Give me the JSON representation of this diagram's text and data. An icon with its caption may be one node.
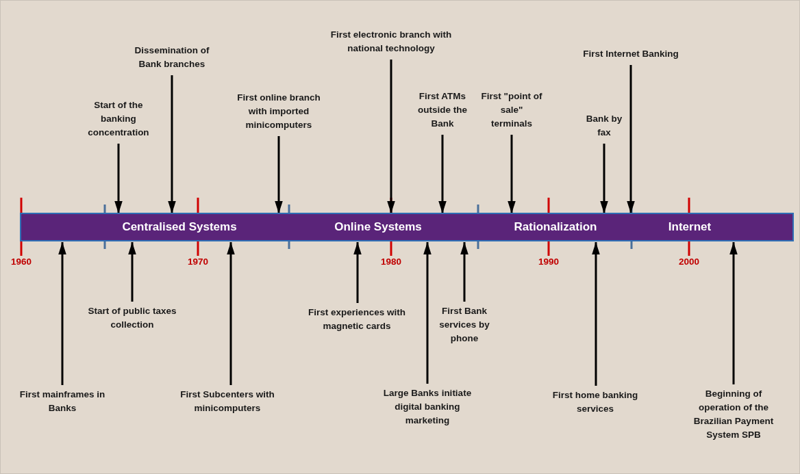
{
  "diagram": {
    "nodes": [
      {
        "text": [
          "Centralised Systems",
          "Online Systems",
          "Rationalization",
          "Internet"
        ]
      },
      {
        "text": [
          "Start of the banking concentration"
        ]
      },
      {
        "text": [
          "Dissemination of Bank branches"
        ]
      },
      {
        "text": [
          "First online branch with imported minicomputers"
        ]
      },
      {
        "text": [
          "First electronic branch with national technology"
        ]
      },
      {
        "text": [
          "First ATMs outside the Bank"
        ]
      },
      {
        "text": [
          "First \"point of sale\" terminals"
        ]
      },
      {
        "text": [
          "Bank by fax"
        ]
      },
      {
        "text": [
          "First Internet Banking"
        ]
      },
      {
        "text": [
          "First mainframes in Banks"
        ]
      },
      {
        "text": [
          "Start of public taxes collection"
        ]
      },
      {
        "text": [
          "First Subcenters with minicomputers"
        ]
      },
      {
        "text": [
          "First experiences with magnetic cards"
        ]
      },
      {
        "text": [
          "Large Banks initiate digital banking marketing"
        ]
      },
      {
        "text": [
          "First Bank services by phone"
        ]
      },
      {
        "text": [
          "First home banking services"
        ]
      },
      {
        "text": [
          "Beginning of operation of the Brazilian Payment System SPB"
        ]
      }
    ],
    "edges": [
      {
        "from": 1,
        "to": 0,
        "arrow": "to"
      },
      {
        "from": 2,
        "to": 0,
        "arrow": "to"
      },
      {
        "from": 3,
        "to": 0,
        "arrow": "to"
      },
      {
        "from": 4,
        "to": 0,
        "arrow": "to"
      },
      {
        "from": 5,
        "to": 0,
        "arrow": "to"
      },
      {
        "from": 6,
        "to": 0,
        "arrow": "to"
      },
      {
        "from": 7,
        "to": 0,
        "arrow": "to"
      },
      {
        "from": 8,
        "to": 0,
        "arrow": "to"
      },
      {
        "from": 9,
        "to": 0,
        "arrow": "to"
      },
      {
        "from": 10,
        "to": 0,
        "arrow": "to"
      },
      {
        "from": 11,
        "to": 0,
        "arrow": "to"
      },
      {
        "from": 12,
        "to": 0,
        "arrow": "to"
      },
      {
        "from": 13,
        "to": 0,
        "arrow": "to"
      },
      {
        "from": 14,
        "to": 0,
        "arrow": "to"
      },
      {
        "from": 15,
        "to": 0,
        "arrow": "to"
      },
      {
        "from": 16,
        "to": 0,
        "arrow": "to"
      }
    ],
    "labels": [
      "1960",
      "1970",
      "1980",
      "1990",
      "2000"
    ]
  }
}
